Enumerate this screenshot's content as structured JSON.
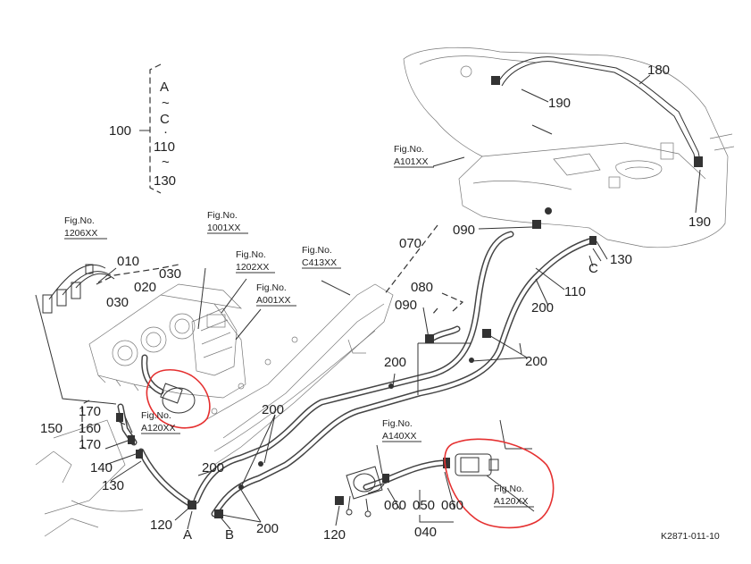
{
  "header_group": {
    "number": "100",
    "range_letters": [
      "A",
      "~",
      "C",
      "·",
      "110",
      "~",
      "130"
    ]
  },
  "part_numbers": {
    "p010": "010",
    "p020": "020",
    "p030": "030",
    "p040": "040",
    "p050": "050",
    "p060": "060",
    "p070": "070",
    "p080": "080",
    "p090": "090",
    "p110": "110",
    "p120": "120",
    "p130": "130",
    "p140": "140",
    "p150": "150",
    "p160": "160",
    "p170": "170",
    "p180": "180",
    "p190": "190",
    "p200": "200"
  },
  "points": {
    "a": "A",
    "b": "B",
    "c": "C"
  },
  "fig_refs": {
    "prefix": "Fig.No.",
    "f1206": "1206XX",
    "f1001": "1001XX",
    "f1202": "1202XX",
    "fa001": "A001XX",
    "fc413": "C413XX",
    "fa101": "A101XX",
    "fa120": "A120XX",
    "fa140": "A140XX"
  },
  "drawing_code": "K2871-011-10",
  "highlight_color": "#e53030"
}
